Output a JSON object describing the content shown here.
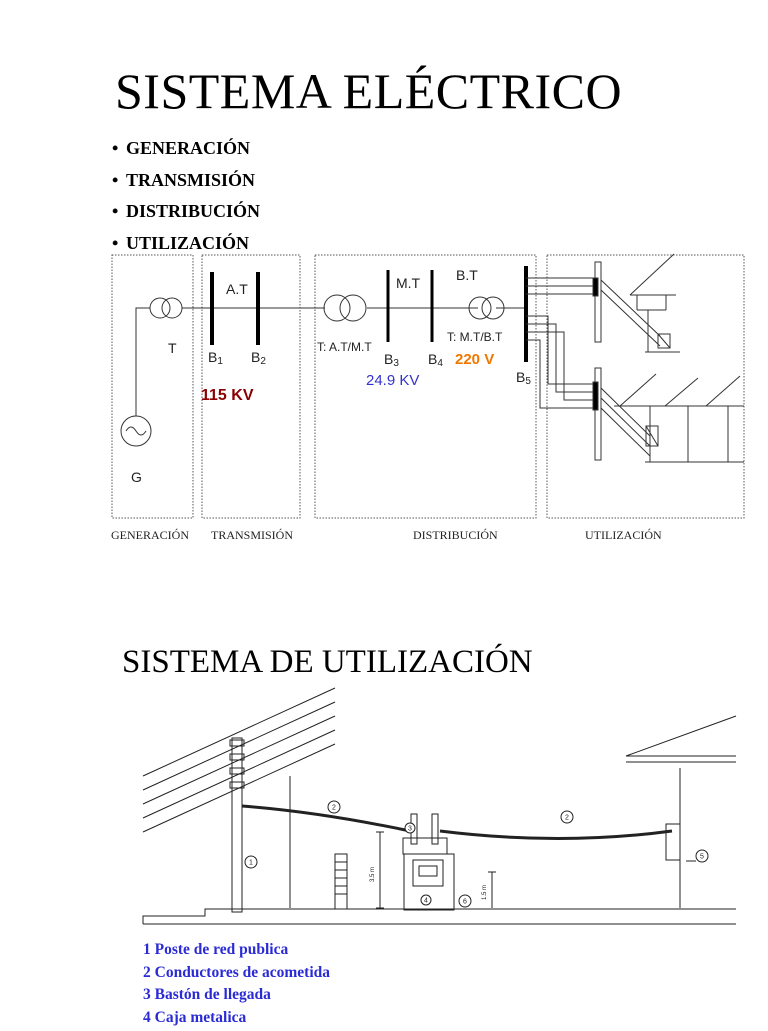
{
  "title": "SISTEMA ELÉCTRICO",
  "bullets": [
    "GENERACIÓN",
    "TRANSMISIÓN",
    "DISTRIBUCIÓN",
    "UTILIZACIÓN"
  ],
  "diagram1": {
    "labels": {
      "at": "A.T",
      "t": "T",
      "b1": "B",
      "b1_sub": "1",
      "b2": "B",
      "b2_sub": "2",
      "kv115": "115 KV",
      "g": "G",
      "mt": "M.T",
      "bt": "B.T",
      "t_atmt": "T: A.T/M.T",
      "b3": "B",
      "b3_sub": "3",
      "b4": "B",
      "b4_sub": "4",
      "t_mtbt": "T: M.T/B.T",
      "v220": "220 V",
      "kv249": "24.9 KV",
      "b5": "B",
      "b5_sub": "5"
    },
    "sections": [
      "GENERACIÓN",
      "TRANSMISIÓN",
      "DISTRIBUCIÓN",
      "UTILIZACIÓN"
    ],
    "colors": {
      "kv115": "#8b0000",
      "kv249": "#3333cc",
      "v220": "#f07800"
    }
  },
  "title2": "SISTEMA DE UTILIZACIÓN",
  "diagram2": {
    "callouts": [
      "1",
      "2",
      "2",
      "6",
      "4",
      "5",
      "3"
    ],
    "dims": [
      "3.5 m",
      "1.5 m"
    ]
  },
  "legend": [
    "1 Poste de red publica",
    "2 Conductores de acometida",
    "3 Bastón de llegada",
    "4 Caja metalica"
  ]
}
